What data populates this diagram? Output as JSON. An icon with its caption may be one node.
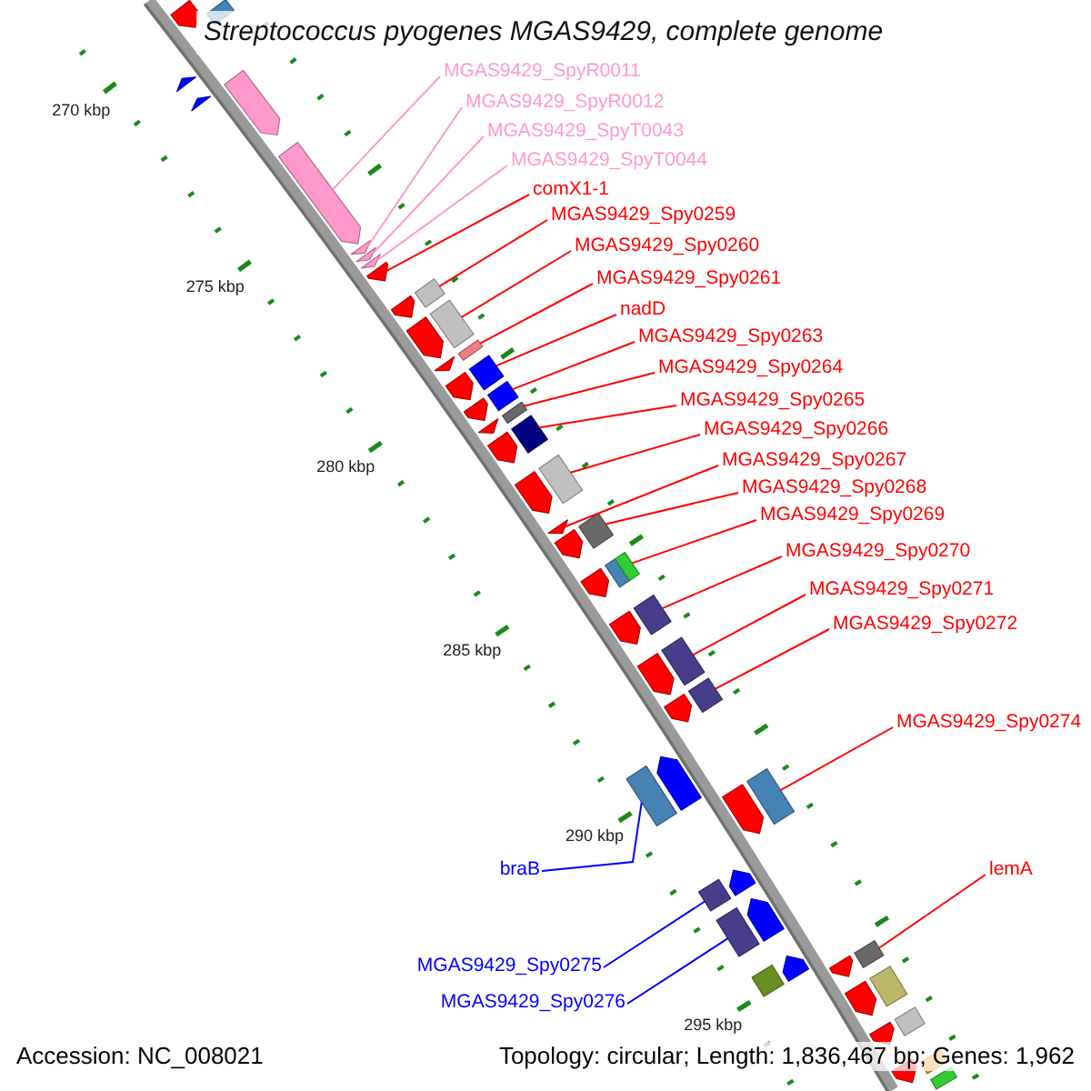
{
  "diagram": {
    "title": "Streptococcus pyogenes MGAS9429, complete genome",
    "nodes": [
      {
        "text": [
          "MGAS9429_SpyR0011"
        ]
      },
      {
        "text": [
          "MGAS9429_SpyR0012"
        ]
      },
      {
        "text": [
          "MGAS9429_SpyT0043"
        ]
      },
      {
        "text": [
          "MGAS9429_SpyT0044"
        ]
      },
      {
        "text": [
          "comX1-1"
        ]
      },
      {
        "text": [
          "MGAS9429_Spy0259"
        ]
      },
      {
        "text": [
          "MGAS9429_Spy0260"
        ]
      },
      {
        "text": [
          "MGAS9429_Spy0261"
        ]
      },
      {
        "text": [
          "nadD"
        ]
      },
      {
        "text": [
          "MGAS9429_Spy0263"
        ]
      },
      {
        "text": [
          "MGAS9429_Spy0264"
        ]
      },
      {
        "text": [
          "MGAS9429_Spy0265"
        ]
      },
      {
        "text": [
          "MGAS9429_Spy0266"
        ]
      },
      {
        "text": [
          "MGAS9429_Spy0267"
        ]
      },
      {
        "text": [
          "MGAS9429_Spy0268"
        ]
      },
      {
        "text": [
          "MGAS9429_Spy0269"
        ]
      },
      {
        "text": [
          "MGAS9429_Spy0270"
        ]
      },
      {
        "text": [
          "MGAS9429_Spy0271"
        ]
      },
      {
        "text": [
          "MGAS9429_Spy0272"
        ]
      },
      {
        "text": [
          "MGAS9429_Spy0274"
        ]
      },
      {
        "text": [
          "braB"
        ]
      },
      {
        "text": [
          "lemA"
        ]
      },
      {
        "text": [
          "MGAS9429_Spy0275"
        ]
      },
      {
        "text": [
          "MGAS9429_Spy0276"
        ]
      },
      {
        "text": [],
        "shape": "arrow"
      },
      {
        "text": [],
        "shape": "bar"
      },
      {
        "text": [],
        "shape": "arrow"
      },
      {
        "text": [],
        "shape": "arrow"
      },
      {
        "text": [],
        "shape": "arrow"
      },
      {
        "text": [],
        "shape": "arrow"
      },
      {
        "text": [],
        "shape": "arrow"
      },
      {
        "text": [],
        "shape": "arrow"
      },
      {
        "text": [],
        "shape": "arrow"
      },
      {
        "text": [],
        "shape": "arrow"
      },
      {
        "text": [],
        "shape": "arrow"
      },
      {
        "text": [],
        "shape": "bar"
      },
      {
        "text": [],
        "shape": "arrow"
      },
      {
        "text": [],
        "shape": "bar"
      },
      {
        "text": [],
        "shape": "arrow"
      },
      {
        "text": [],
        "shape": "bar"
      },
      {
        "text": [],
        "shape": "arrow"
      },
      {
        "text": [],
        "shape": "bar"
      },
      {
        "text": [],
        "shape": "arrow"
      },
      {
        "text": [],
        "shape": "bar"
      },
      {
        "text": [],
        "shape": "arrow"
      },
      {
        "text": [],
        "shape": "bar"
      },
      {
        "text": [],
        "shape": "arrow"
      },
      {
        "text": [],
        "shape": "bar"
      },
      {
        "text": [],
        "shape": "arrow"
      },
      {
        "text": [],
        "shape": "bar"
      },
      {
        "text": [],
        "shape": "arrow"
      },
      {
        "text": [],
        "shape": "arrow"
      },
      {
        "text": [],
        "shape": "bar"
      },
      {
        "text": [],
        "shape": "arrow"
      },
      {
        "text": [],
        "shape": "bar"
      },
      {
        "text": [],
        "shape": "bar"
      },
      {
        "text": [],
        "shape": "arrow"
      },
      {
        "text": [],
        "shape": "bar"
      },
      {
        "text": [],
        "shape": "arrow"
      },
      {
        "text": [],
        "shape": "bar"
      },
      {
        "text": [],
        "shape": "arrow"
      },
      {
        "text": [],
        "shape": "bar"
      },
      {
        "text": [],
        "shape": "bar"
      },
      {
        "text": [],
        "shape": "arrow"
      },
      {
        "text": [],
        "shape": "arrow"
      },
      {
        "text": [],
        "shape": "bar"
      },
      {
        "text": [],
        "shape": "bar"
      },
      {
        "text": [],
        "shape": "arrow"
      },
      {
        "text": [],
        "shape": "bar"
      },
      {
        "text": [],
        "shape": "arrow"
      },
      {
        "text": [],
        "shape": "bar"
      },
      {
        "text": [],
        "shape": "arrow"
      },
      {
        "text": [],
        "shape": "arrow"
      },
      {
        "text": [],
        "shape": "bar"
      },
      {
        "text": [],
        "shape": "arrow"
      },
      {
        "text": [],
        "shape": "bar"
      },
      {
        "text": [],
        "shape": "arrow"
      },
      {
        "text": [],
        "shape": "bar"
      },
      {
        "text": [],
        "shape": "arrow"
      },
      {
        "text": [],
        "shape": "bar"
      },
      {
        "text": [],
        "shape": "bar"
      }
    ],
    "edges": [
      {
        "from": 0,
        "to": 29,
        "arrow": "none",
        "color": "#ff99cc"
      },
      {
        "from": 1,
        "to": 30,
        "arrow": "none",
        "color": "#ff99cc"
      },
      {
        "from": 2,
        "to": 31,
        "arrow": "none",
        "color": "#ff99cc"
      },
      {
        "from": 3,
        "to": 32,
        "arrow": "none",
        "color": "#ff99cc"
      },
      {
        "from": 4,
        "to": 33,
        "arrow": "none"
      },
      {
        "from": 5,
        "to": 35,
        "arrow": "none"
      },
      {
        "from": 6,
        "to": 37,
        "arrow": "none"
      },
      {
        "from": 7,
        "to": 39,
        "arrow": "none"
      },
      {
        "from": 8,
        "to": 41,
        "arrow": "none"
      },
      {
        "from": 9,
        "to": 43,
        "arrow": "none"
      },
      {
        "from": 10,
        "to": 45,
        "arrow": "none"
      },
      {
        "from": 11,
        "to": 47,
        "arrow": "none"
      },
      {
        "from": 12,
        "to": 49,
        "arrow": "none"
      },
      {
        "from": 13,
        "to": 50,
        "arrow": "none"
      },
      {
        "from": 14,
        "to": 52,
        "arrow": "none"
      },
      {
        "from": 15,
        "to": 55,
        "arrow": "none"
      },
      {
        "from": 16,
        "to": 57,
        "arrow": "none"
      },
      {
        "from": 17,
        "to": 59,
        "arrow": "none"
      },
      {
        "from": 18,
        "to": 61,
        "arrow": "none"
      },
      {
        "from": 19,
        "to": 65,
        "arrow": "none"
      },
      {
        "from": 20,
        "to": 62,
        "arrow": "none",
        "color": "#0000ff"
      },
      {
        "from": 21,
        "to": 73,
        "arrow": "none"
      },
      {
        "from": 22,
        "to": 66,
        "arrow": "none",
        "color": "#0000ff"
      },
      {
        "from": 23,
        "to": 68,
        "arrow": "none",
        "color": "#0000ff"
      }
    ],
    "labels": [
      "270 kbp",
      "275 kbp",
      "280 kbp",
      "285 kbp",
      "290 kbp",
      "295 kbp",
      "Accession: NC_008021",
      "Topology: circular; Length: 1,836,467 bp; Genes: 1,962"
    ]
  }
}
